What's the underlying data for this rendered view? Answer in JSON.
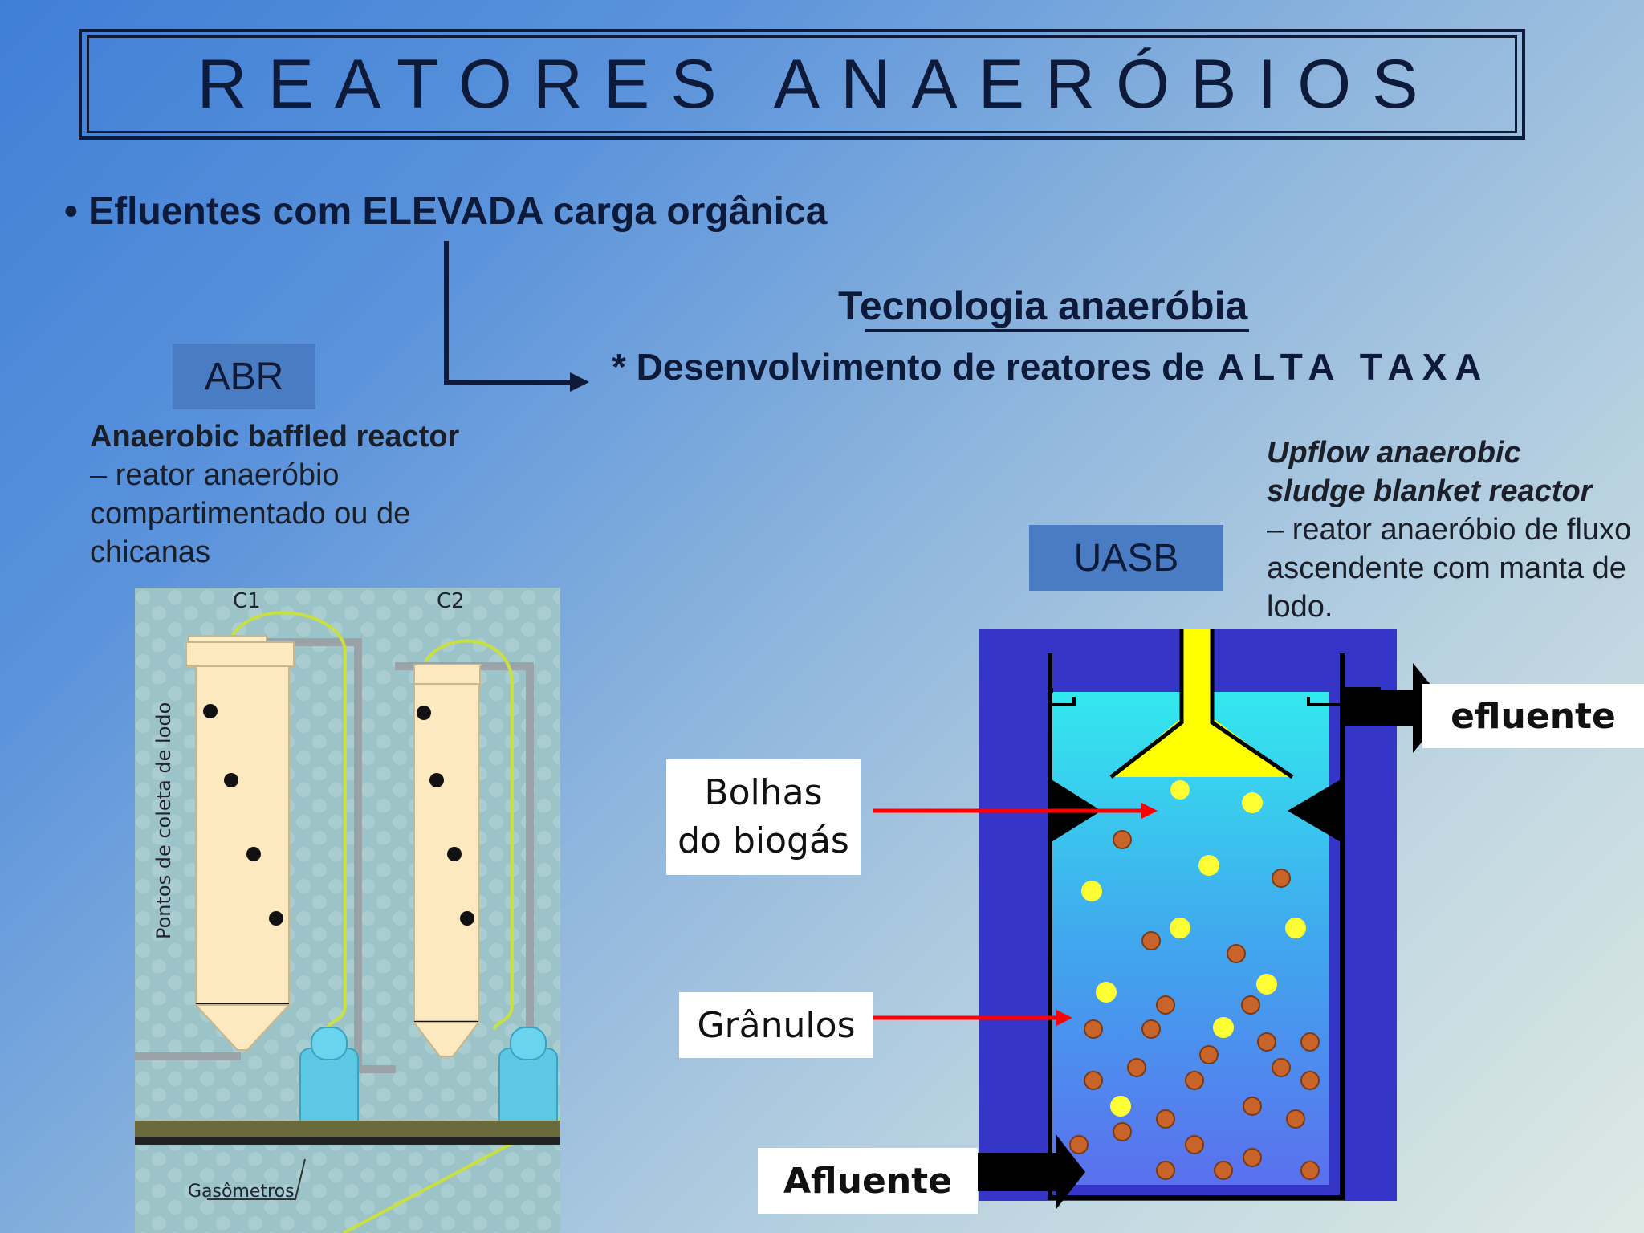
{
  "title": "REATORES ANAERÓBIOS",
  "bullet": "Efluentes com ELEVADA carga orgânica",
  "technology": {
    "heading": "Tecnologia anaeróbia",
    "development_prefix": "* Desenvolvimento de reatores de",
    "development_emphasis": "ALTA TAXA"
  },
  "abr": {
    "label": "ABR",
    "name": "Anaerobic baffled reactor",
    "description": "– reator anaeróbio compartimentado ou de chicanas",
    "image": {
      "column_labels": [
        "C1",
        "C2"
      ],
      "vertical_label": "Pontos de coleta de lodo",
      "bottom_label": "Gasômetros"
    }
  },
  "uasb": {
    "label": "UASB",
    "name_line1": "Upflow anaerobic",
    "name_line2": "sludge blanket reactor",
    "description": "– reator anaeróbio de fluxo ascendente com manta de lodo."
  },
  "diagram_labels": {
    "bolhas_line1": "Bolhas",
    "bolhas_line2": "do biogás",
    "granulos": "Grânulos",
    "afluente": "Afluente",
    "efluente": "efluente"
  },
  "colors": {
    "title_dark": "#0e1a3a",
    "box_blue": "#4a7cc4",
    "reactor_wall": "#3535c8",
    "gas_collector": "#ffff00",
    "bubble": "#ffff33",
    "granule": "#c8642a",
    "arrow_red": "#ff0000"
  }
}
